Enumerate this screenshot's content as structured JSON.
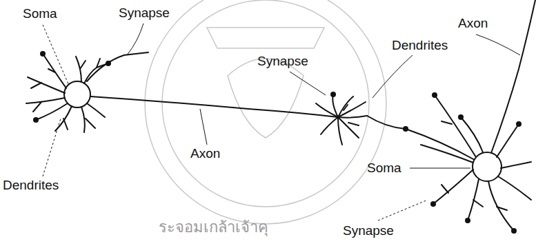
{
  "diagram": {
    "labels": [
      "Soma",
      "Synapse",
      "Axon",
      "Synapse",
      "Dendrites",
      "Axon",
      "Dendrites",
      "Soma",
      "Synapse",
      "ระจอมเกล้าเจ้าคุ"
    ]
  }
}
